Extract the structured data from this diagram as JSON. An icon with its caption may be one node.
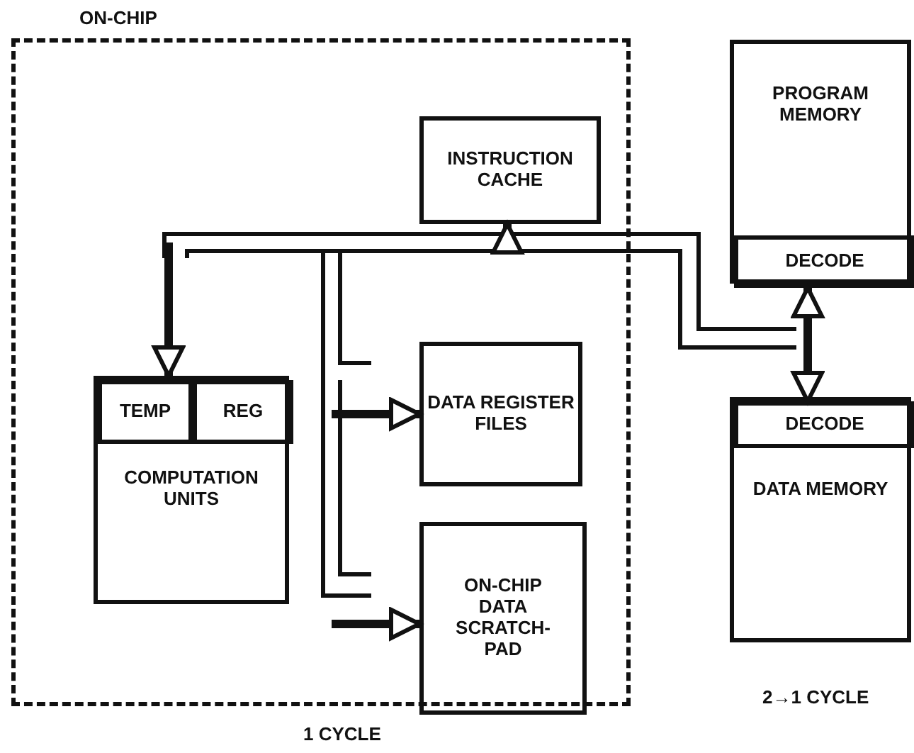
{
  "diagram": {
    "nodes": [
      {
        "text": [
          "ON-CHIP"
        ],
        "beside": [
          "1 CYCLE"
        ]
      },
      {
        "text": [
          "INSTRUCTION CACHE"
        ],
        "in": 0
      },
      {
        "text": [
          "COMPUTATION UNITS"
        ],
        "in": 0
      },
      {
        "text": [
          "TEMP"
        ],
        "in": 2
      },
      {
        "text": [
          "REG"
        ],
        "in": 2
      },
      {
        "text": [
          "DATA REGISTER FILES"
        ],
        "in": 0
      },
      {
        "text": [
          "ON-CHIP DATA SCRATCH-PAD"
        ],
        "in": 0
      },
      {
        "text": [
          "PROGRAM MEMORY"
        ]
      },
      {
        "text": [
          "DECODE"
        ],
        "in": 7
      },
      {
        "text": [
          "DATA MEMORY"
        ]
      },
      {
        "text": [
          "DECODE"
        ],
        "in": 9
      }
    ],
    "edges": [
      {
        "from": null,
        "to": 1,
        "arrow": "to"
      },
      {
        "from": null,
        "to": 2,
        "arrow": "to"
      },
      {
        "from": null,
        "to": 5,
        "arrow": "to"
      },
      {
        "from": null,
        "to": 6,
        "arrow": "to"
      },
      {
        "from": null,
        "to": 8,
        "arrow": "to"
      },
      {
        "from": null,
        "to": 10,
        "arrow": "to"
      }
    ],
    "labels": [
      "2→1 CYCLE"
    ]
  }
}
